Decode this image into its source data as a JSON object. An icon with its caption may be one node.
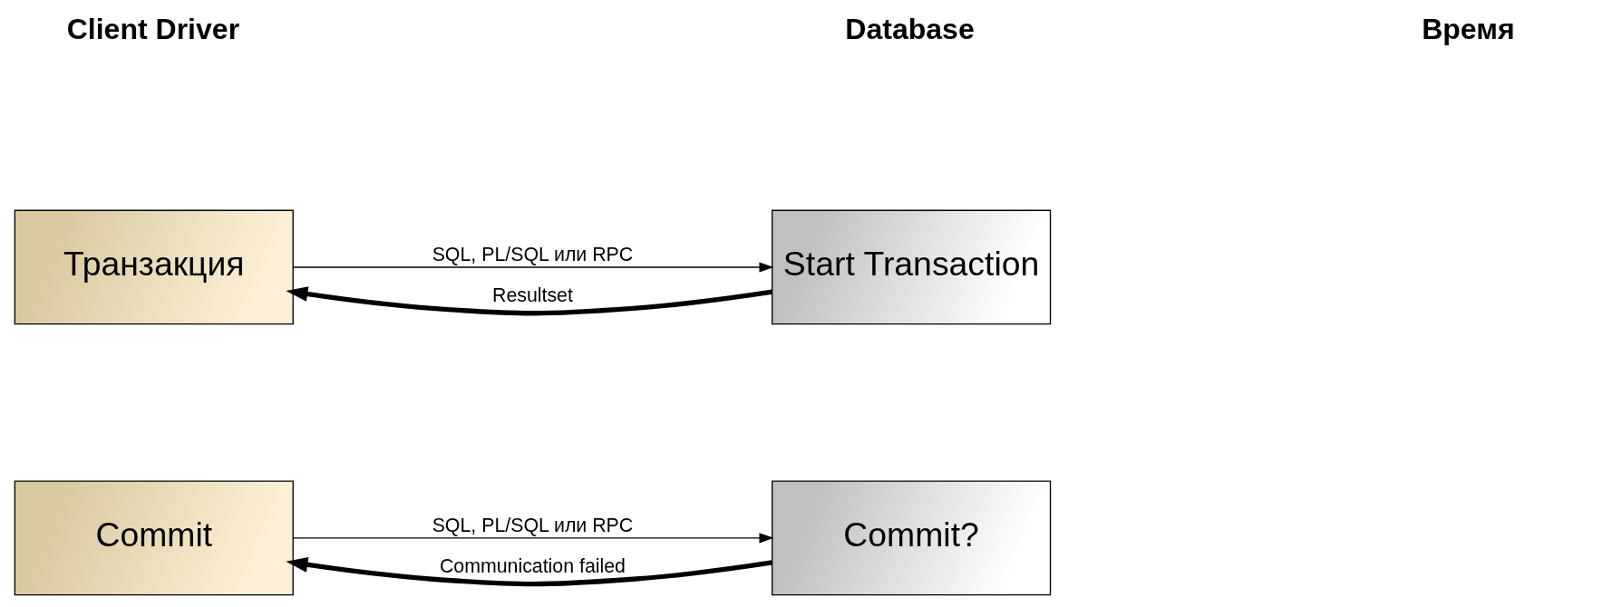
{
  "diagram": {
    "nodes": [
      {
        "text": [
          "Транзакция"
        ]
      },
      {
        "text": [
          "Start Transaction"
        ]
      },
      {
        "text": [
          "Commit"
        ]
      },
      {
        "text": [
          "Commit?"
        ]
      }
    ],
    "edges": [
      {
        "from": 0,
        "to": 1,
        "arrow": "to",
        "label": "SQL, PL/SQL или RPC"
      },
      {
        "from": 1,
        "to": 0,
        "arrow": "to",
        "label": "Resultset",
        "style": "thick"
      },
      {
        "from": 2,
        "to": 3,
        "arrow": "to",
        "label": "SQL, PL/SQL или RPC"
      },
      {
        "from": 3,
        "to": 2,
        "arrow": "to",
        "label": "Communication failed",
        "style": "thick"
      }
    ],
    "labels": [
      "Client Driver",
      "Database",
      "Время"
    ]
  }
}
